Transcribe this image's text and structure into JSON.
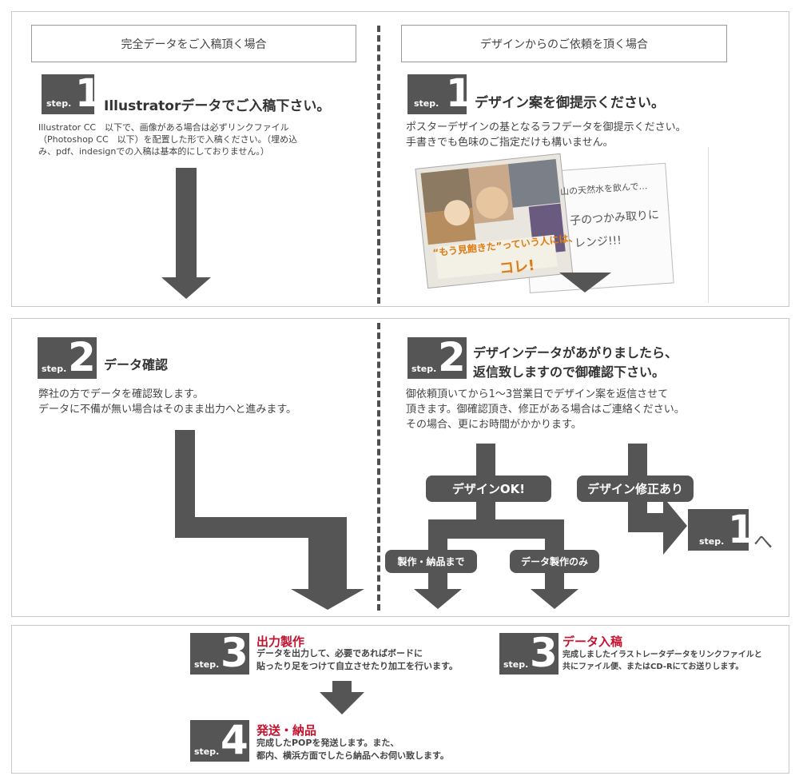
{
  "columns": {
    "left_header": "完全データをご入稿頂く場合",
    "right_header": "デザインからのご依頼を頂く場合"
  },
  "step_word": "step.",
  "left_step1": {
    "number": "1",
    "title": "Illustratorデータでご入稿下さい。",
    "desc": "Illustrator CC　以下で、画像がある場合は必ずリンクファイル\n（Photoshop CC　以下）を配置した形で入稿ください。（埋め込\nみ、pdf、indesignでの入稿は基本的にしておりません。）"
  },
  "right_step1": {
    "number": "1",
    "title": "デザイン案を御提示ください。",
    "desc": "ポスターデザインの基となるラフデータを御提示ください。\n手書きでも色味のご指定だけも構いません。"
  },
  "sample_image": {
    "poster_caption1": "“もう見飽きた”っていう人には、",
    "poster_caption2": "コレ!",
    "sketch_line1": "山の天然水を飲んで…",
    "sketch_line2": "子のつかみ取りに",
    "sketch_line3": "レンジ!!!"
  },
  "left_step2": {
    "number": "2",
    "title": "データ確認",
    "desc": "弊社の方でデータを確認致します。\nデータに不備が無い場合はそのまま出力へと進みます。"
  },
  "right_step2": {
    "number": "2",
    "title_line1": "デザインデータがあがりましたら、",
    "title_line2": "返信致しますので御確認下さい。",
    "desc": "御依頼頂いてから1～3営業日でデザイン案を返信させて\n頂きます。御確認頂き、修正がある場合はご連絡ください。\nその場合、更にお時間がかかります。"
  },
  "branches": {
    "design_ok": "デザインOK!",
    "design_fix": "デザイン修正あり",
    "to_delivery": "製作・納品まで",
    "data_only": "データ製作のみ",
    "back_step_number": "1",
    "back_suffix": "へ"
  },
  "step3_output": {
    "number": "3",
    "title": "出力製作",
    "desc": "データを出力して、必要であればボードに\n貼ったり足をつけて自立させたり加工を行います。"
  },
  "step3_data": {
    "number": "3",
    "title": "データ入稿",
    "desc": "完成しましたイラストレータデータをリンクファイルと\n共にファイル便、またはCD-Rにてお送りします。"
  },
  "step4": {
    "number": "4",
    "title": "発送・納品",
    "desc": "完成したPOPを発送します。また、\n都内、横浜方面でしたら納品へお伺い致します。"
  },
  "colors": {
    "dark_gray": "#555555",
    "accent_red": "#c4122f",
    "border": "#c8c8c8"
  }
}
